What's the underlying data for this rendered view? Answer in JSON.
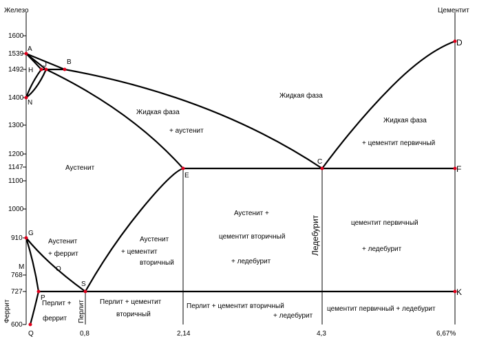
{
  "header": {
    "left_title": "Железо",
    "right_title": "Цементит"
  },
  "y_axis": {
    "ticks": [
      {
        "v": 1600,
        "label": "1600"
      },
      {
        "v": 1539,
        "label": "1539"
      },
      {
        "v": 1492,
        "label": "1492"
      },
      {
        "v": 1400,
        "label": "1400"
      },
      {
        "v": 1300,
        "label": "1300"
      },
      {
        "v": 1200,
        "label": "1200"
      },
      {
        "v": 1147,
        "label": "1147"
      },
      {
        "v": 1100,
        "label": "1100"
      },
      {
        "v": 1000,
        "label": "1000"
      },
      {
        "v": 910,
        "label": "910"
      },
      {
        "v": 768,
        "label": "768"
      },
      {
        "v": 727,
        "label": "727"
      },
      {
        "v": 600,
        "label": "600"
      }
    ]
  },
  "x_axis": {
    "ticks": [
      {
        "v": 0,
        "label": "Q"
      },
      {
        "v": 0.8,
        "label": "0,8"
      },
      {
        "v": 2.14,
        "label": "2,14"
      },
      {
        "v": 4.3,
        "label": "4,3"
      },
      {
        "v": 6.67,
        "label": "6,67%"
      }
    ]
  },
  "points": [
    {
      "id": "A",
      "label": "A",
      "x": 0,
      "t": 1539
    },
    {
      "id": "B",
      "label": "B",
      "x": 0.51,
      "t": 1492
    },
    {
      "id": "H",
      "label": "H",
      "x": 0.1,
      "t": 1492
    },
    {
      "id": "J",
      "label": "J",
      "x": 0.16,
      "t": 1492
    },
    {
      "id": "N",
      "label": "N",
      "x": 0,
      "t": 1400
    },
    {
      "id": "C",
      "label": "C",
      "x": 4.3,
      "t": 1147
    },
    {
      "id": "D",
      "label": "D",
      "x": 6.67,
      "t": 1600
    },
    {
      "id": "E",
      "label": "E",
      "x": 2.14,
      "t": 1147
    },
    {
      "id": "F",
      "label": "F",
      "x": 6.67,
      "t": 1147
    },
    {
      "id": "G",
      "label": "G",
      "x": 0,
      "t": 910
    },
    {
      "id": "M",
      "label": "M",
      "x": 0,
      "t": 768
    },
    {
      "id": "O",
      "label": "O",
      "x": 0.45,
      "t": 768
    },
    {
      "id": "P",
      "label": "P",
      "x": 0.02,
      "t": 727
    },
    {
      "id": "S",
      "label": "S",
      "x": 0.8,
      "t": 727
    },
    {
      "id": "K",
      "label": "K",
      "x": 6.67,
      "t": 727
    },
    {
      "id": "Q",
      "label": "",
      "x": 0.006,
      "t": 600
    }
  ],
  "regions": {
    "liquid_left": [
      "Жидкая фаза"
    ],
    "liquid_austenite": [
      "Жидкая фаза",
      "+ аустенит"
    ],
    "liquid_cementite": [
      "Жидкая фаза",
      "+ цементит  первичный"
    ],
    "austenite": [
      "Аустенит"
    ],
    "austenite_ferrite": [
      "Аустенит",
      "+ феррит"
    ],
    "austenite_cementite2": [
      "Аустенит",
      "+ цементит",
      "вторичный"
    ],
    "austenite_cem2_ledeburite": [
      "Аустенит +",
      "цементит вторичный",
      "+ ледебурит"
    ],
    "cem1_ledeburite": [
      "цементит  первичный",
      "+  ледебурит"
    ],
    "pearlite_ferrite": [
      "Перлит +",
      "феррит"
    ],
    "pearlite_cem2": [
      "Перлит + цементит",
      "вторичный"
    ],
    "pearlite_cem2_ledeburite": [
      "Перлит + цементит вторичный",
      "+ ледебурит"
    ],
    "cem1_ledeburite_low": [
      "цементит  первичный + ледебурит"
    ],
    "ferrite_vertical": "Феррит",
    "pearlite_vertical": "Перлит",
    "ledeburite_vertical": "Ледебурит"
  }
}
